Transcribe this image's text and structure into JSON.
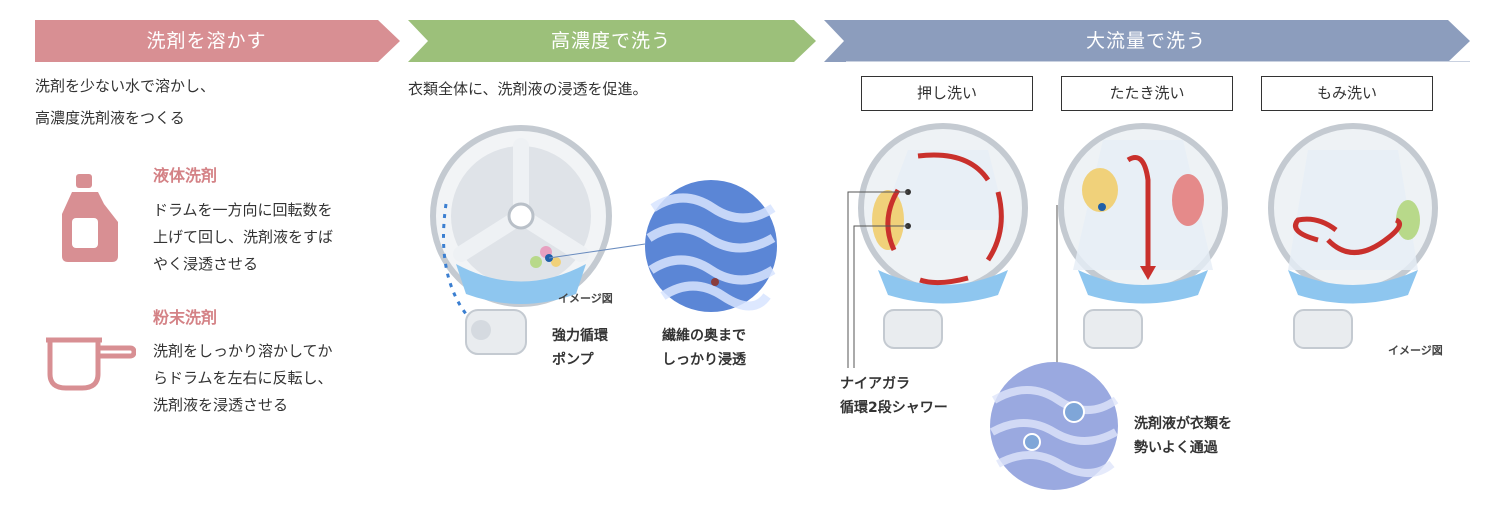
{
  "sections": {
    "dissolve": {
      "title": "洗剤を溶かす",
      "color": "#d88f93",
      "lead": [
        "洗剤を少ない水で溶かし、",
        "高濃度洗剤液をつくる"
      ],
      "liquid": {
        "heading": "液体洗剤",
        "lines": [
          "ドラムを一方向に回転数を",
          "上げて回し、洗剤液をすば",
          "やく浸透させる"
        ]
      },
      "powder": {
        "heading": "粉末洗剤",
        "lines": [
          "洗剤をしっかり溶かしてか",
          "らドラムを左右に反転し、",
          "洗剤液を浸透させる"
        ]
      }
    },
    "concentrate": {
      "title": "高濃度で洗う",
      "color": "#9cc07a",
      "lead": "衣類全体に、洗剤液の浸透を促進。",
      "image_label": "イメージ図",
      "pump_label": [
        "強力循環",
        "ポンプ"
      ],
      "fiber_label": [
        "繊維の奥まで",
        "しっかり浸透"
      ]
    },
    "flow": {
      "title": "大流量で洗う",
      "color": "#8c9dbd",
      "modes": [
        "押し洗い",
        "たたき洗い",
        "もみ洗い"
      ],
      "shower_label": [
        "ナイアガラ",
        "循環2段シャワー"
      ],
      "penetrate_label": [
        "洗剤液が衣類を",
        "勢いよく通過"
      ],
      "image_label": "イメージ図"
    }
  },
  "icons": [
    "liquid-detergent-bottle-icon",
    "powder-scoop-icon"
  ],
  "accent_colors": {
    "pink": "#d48286",
    "arrow_red": "#c9302c",
    "water_blue": "#5b9bd5"
  }
}
